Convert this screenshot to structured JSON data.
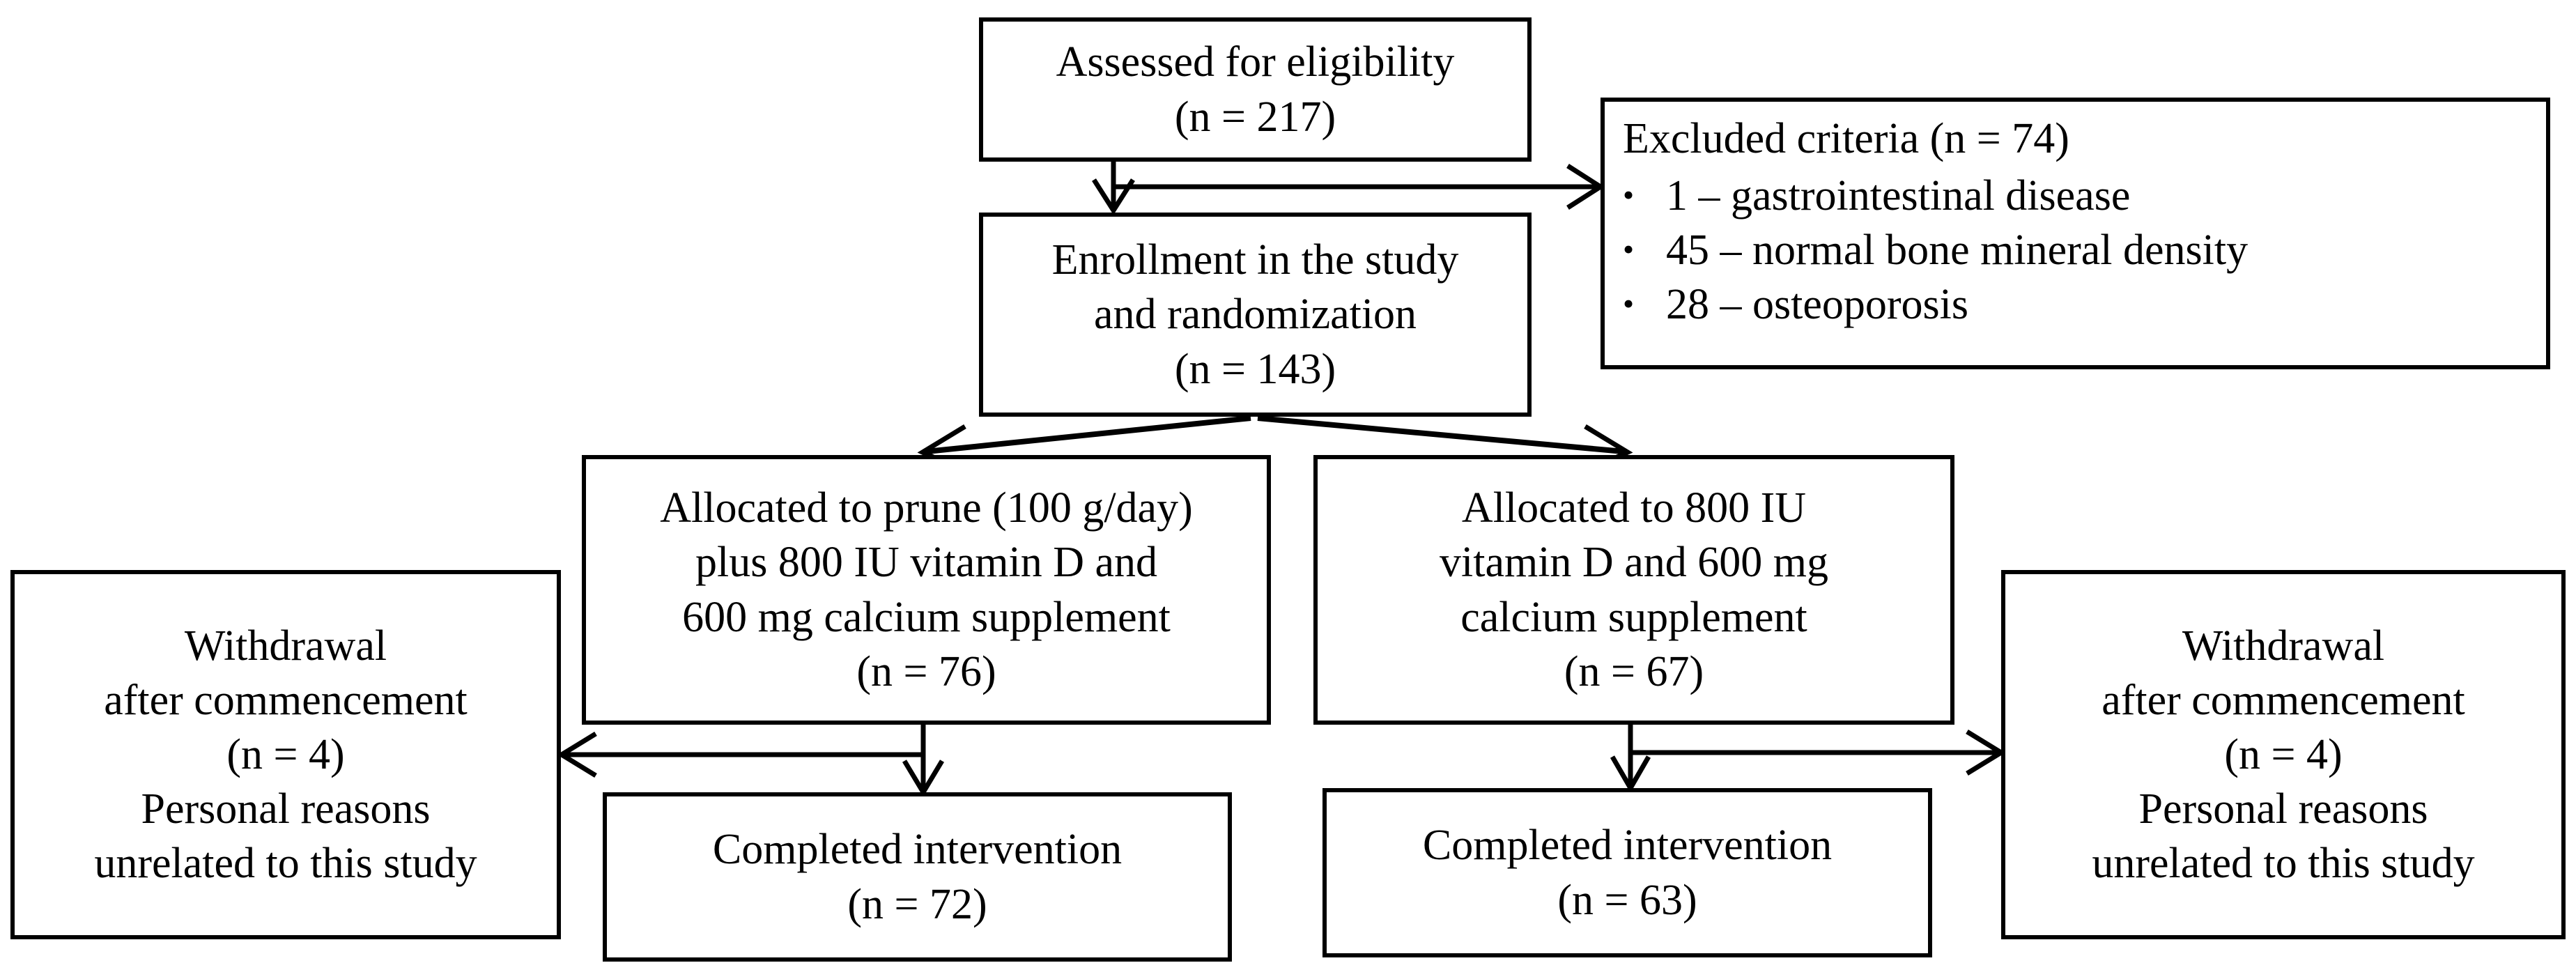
{
  "diagram": {
    "title": "CONSORT participant flow diagram",
    "type": "flowchart",
    "background_color": "#ffffff",
    "line_color": "#000000",
    "text_color": "#000000"
  },
  "nodes": {
    "eligibility": {
      "name": "assessed-for-eligibility",
      "line1": "Assessed for eligibility",
      "line2": "(n = 217)",
      "n": 217
    },
    "excluded": {
      "name": "excluded-criteria",
      "heading": "Excluded criteria (n = 74)",
      "n": 74,
      "items": [
        {
          "bullet": "•",
          "text": "1 – gastrointestinal disease",
          "count": 1
        },
        {
          "bullet": "•",
          "text": "45 – normal bone mineral density",
          "count": 45
        },
        {
          "bullet": "•",
          "text": "28 – osteoporosis",
          "count": 28
        }
      ]
    },
    "enrollment": {
      "name": "enrollment-and-randomization",
      "line1": "Enrollment in the study",
      "line2": "and randomization",
      "line3": "(n = 143)",
      "n": 143
    },
    "alloc_prune": {
      "name": "allocated-prune-group",
      "line1": "Allocated to prune (100 g/day)",
      "line2": "plus 800 IU vitamin D and",
      "line3": "600 mg calcium supplement",
      "line4": "(n = 76)",
      "n": 76
    },
    "alloc_control": {
      "name": "allocated-control-group",
      "line1": "Allocated to 800 IU",
      "line2": "vitamin D and 600 mg",
      "line3": "calcium supplement",
      "line4": "(n = 67)",
      "n": 67
    },
    "withdraw_left": {
      "name": "withdrawal-prune-group",
      "line1": "Withdrawal",
      "line2": "after commencement",
      "line3": "(n = 4)",
      "line4": "Personal reasons",
      "line5": "unrelated to this study",
      "n": 4
    },
    "withdraw_right": {
      "name": "withdrawal-control-group",
      "line1": "Withdrawal",
      "line2": "after commencement",
      "line3": "(n = 4)",
      "line4": "Personal reasons",
      "line5": "unrelated to this study",
      "n": 4
    },
    "completed_left": {
      "name": "completed-intervention-prune",
      "line1": "Completed intervention",
      "line2": "(n = 72)",
      "n": 72
    },
    "completed_right": {
      "name": "completed-intervention-control",
      "line1": "Completed intervention",
      "line2": "(n = 63)",
      "n": 63
    }
  },
  "connectors": [
    {
      "from": "eligibility",
      "to": "enrollment",
      "direction": "down",
      "arrow": true
    },
    {
      "from": "eligibility",
      "to": "excluded",
      "direction": "right",
      "arrow": true
    },
    {
      "from": "enrollment",
      "to": "alloc_prune",
      "direction": "down-left",
      "arrow": true
    },
    {
      "from": "enrollment",
      "to": "alloc_control",
      "direction": "down-right",
      "arrow": true
    },
    {
      "from": "alloc_prune",
      "to": "completed_left",
      "direction": "down",
      "arrow": true
    },
    {
      "from": "alloc_prune",
      "to": "withdraw_left",
      "direction": "left",
      "arrow": true
    },
    {
      "from": "alloc_control",
      "to": "completed_right",
      "direction": "down",
      "arrow": true
    },
    {
      "from": "alloc_control",
      "to": "withdraw_right",
      "direction": "right",
      "arrow": true
    }
  ]
}
